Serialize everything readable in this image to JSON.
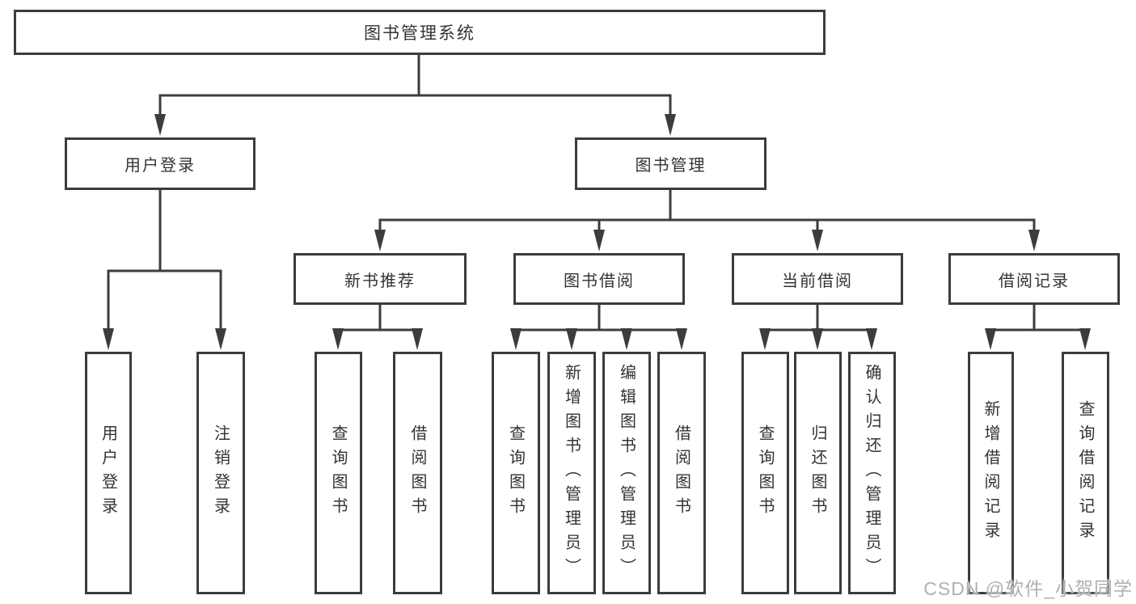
{
  "colors": {
    "line": "#3c3c3c",
    "border": "#3c3c3c",
    "text": "#333333",
    "watermark": "#b0b0b0",
    "background": "#ffffff"
  },
  "nodes": {
    "root": "图书管理系统",
    "user_login": "用户登录",
    "book_management": "图书管理",
    "new_book_recommend": "新书推荐",
    "book_borrow": "图书借阅",
    "current_borrow": "当前借阅",
    "borrow_record": "借阅记录",
    "leaf_user_login": "用户登录",
    "leaf_logout": "注销登录",
    "leaf_query_books_recommend": "查询图书",
    "leaf_borrow_books_recommend": "借阅图书",
    "leaf_query_books_borrow": "查询图书",
    "leaf_add_books_admin": "新增图书（管理员）",
    "leaf_edit_books_admin": "编辑图书（管理员）",
    "leaf_borrow_books_borrow": "借阅图书",
    "leaf_query_books_current": "查询图书",
    "leaf_return_books": "归还图书",
    "leaf_confirm_return_admin": "确认归还（管理员）",
    "leaf_add_borrow_record": "新增借阅记录",
    "leaf_query_borrow_record": "查询借阅记录"
  },
  "hierarchy": {
    "图书管理系统": {
      "用户登录": [
        "用户登录",
        "注销登录"
      ],
      "图书管理": {
        "新书推荐": [
          "查询图书",
          "借阅图书"
        ],
        "图书借阅": [
          "查询图书",
          "新增图书（管理员）",
          "编辑图书（管理员）",
          "借阅图书"
        ],
        "当前借阅": [
          "查询图书",
          "归还图书",
          "确认归还（管理员）"
        ],
        "借阅记录": [
          "新增借阅记录",
          "查询借阅记录"
        ]
      }
    }
  },
  "watermark": "CSDN @软件_小贺同学"
}
